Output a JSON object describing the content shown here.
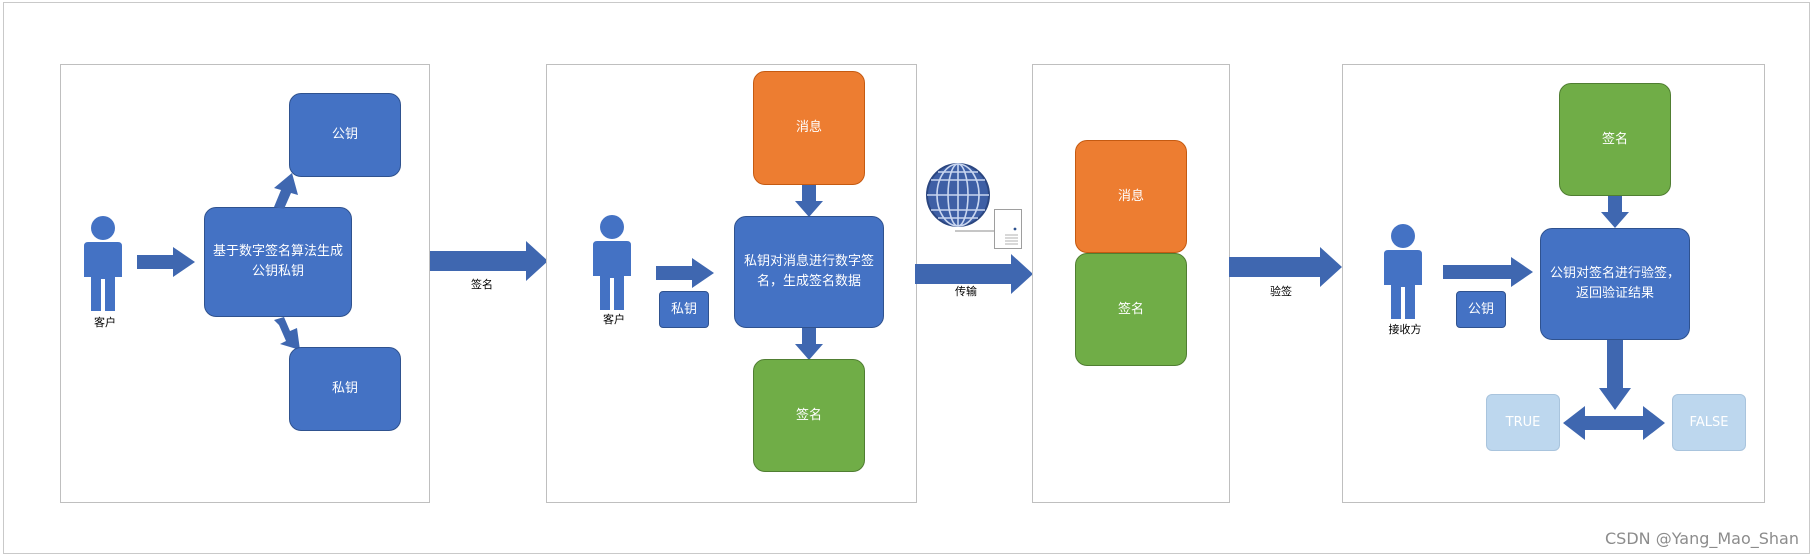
{
  "panel1": {
    "client_label": "客户",
    "generate_text": "基于数字签名算法生成公钥私钥",
    "public_key": "公钥",
    "private_key": "私钥"
  },
  "arrow1_label": "签名",
  "panel2": {
    "client_label": "客户",
    "private_key": "私钥",
    "message": "消息",
    "sign_text": "私钥对消息进行数字签名，生成签名数据",
    "signature": "签名"
  },
  "arrow2_label": "传输",
  "panel3": {
    "message": "消息",
    "signature": "签名"
  },
  "arrow3_label": "验签",
  "panel4": {
    "receiver_label": "接收方",
    "public_key": "公钥",
    "signature": "签名",
    "verify_text": "公钥对签名进行验签，返回验证结果",
    "true_label": "TRUE",
    "false_label": "FALSE"
  },
  "watermark": "CSDN @Yang_Mao_Shan",
  "colors": {
    "blue": "#4472C4",
    "orange": "#ED7D31",
    "green": "#70AD47",
    "pale_blue": "#BDD7EE",
    "arrow": "#3F67B0"
  },
  "icons": {
    "person": "person-icon",
    "globe": "globe-icon",
    "document": "document-icon"
  }
}
